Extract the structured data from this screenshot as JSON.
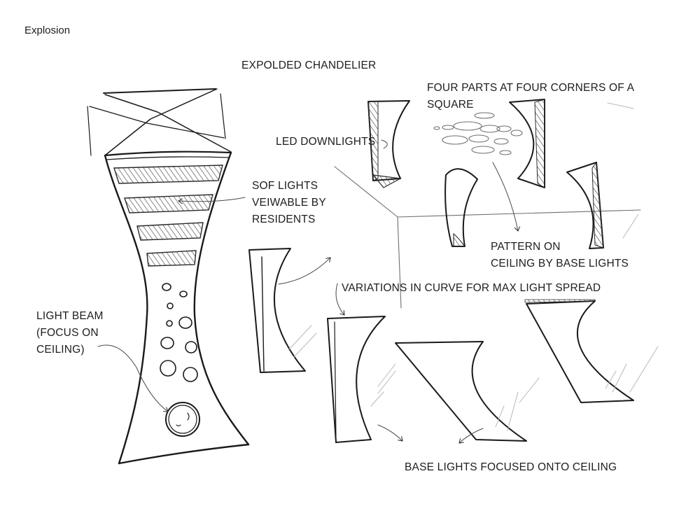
{
  "page_label": "Explosion",
  "colors": {
    "ink": "#1a1a1a",
    "hatch": "#4a4a4a",
    "faint": "#b8b8b8",
    "paper": "#ffffff"
  },
  "annotations": {
    "title": "EXPOLDED CHANDELIER",
    "four_parts": [
      "FOUR PARTS AT FOUR CORNERS OF A",
      "SQUARE"
    ],
    "led_downlights": "LED DOWNLIGHTS",
    "sof_lights": [
      "SOF LIGHTS",
      "VEIWABLE BY",
      "RESIDENTS"
    ],
    "light_beam": [
      "LIGHT BEAM",
      "(FOCUS ON",
      "CEILING)"
    ],
    "pattern": [
      "PATTERN ON",
      "CEILING BY BASE LIGHTS"
    ],
    "variations": "VARIATIONS IN CURVE FOR MAX LIGHT SPREAD",
    "base_lights": "BASE LIGHTS FOCUSED ONTO CEILING"
  }
}
